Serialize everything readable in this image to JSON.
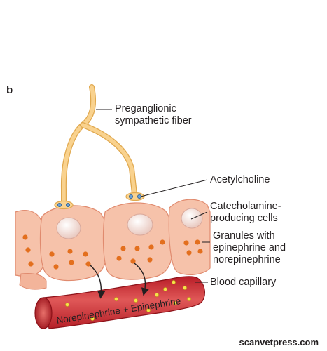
{
  "panel_letter": "b",
  "labels": {
    "preganglionic": [
      "Preganglionic",
      "sympathetic fiber"
    ],
    "acetylcholine": "Acetylcholine",
    "catecholamine": [
      "Catecholamine-",
      "producing cells"
    ],
    "granules": [
      "Granules with",
      "epinephrine and",
      "norepinephrine"
    ],
    "capillary": "Blood capillary",
    "vessel_text": "Norepinephrine + Epinephrine"
  },
  "watermark": "scanvetpress.com",
  "colors": {
    "cell_fill": "#f6c2aa",
    "cell_stroke": "#e08a6e",
    "nucleus": "#f0dcd6",
    "granule": "#e36f1e",
    "fiber": "#f9d28e",
    "fiber_stroke": "#e0a84e",
    "vessel_wall": "#c62a30",
    "vessel_lumen": "#e35a5a",
    "vessel_particles": "#f6e24a",
    "terminal_vesicle": "#6aa2d6"
  }
}
